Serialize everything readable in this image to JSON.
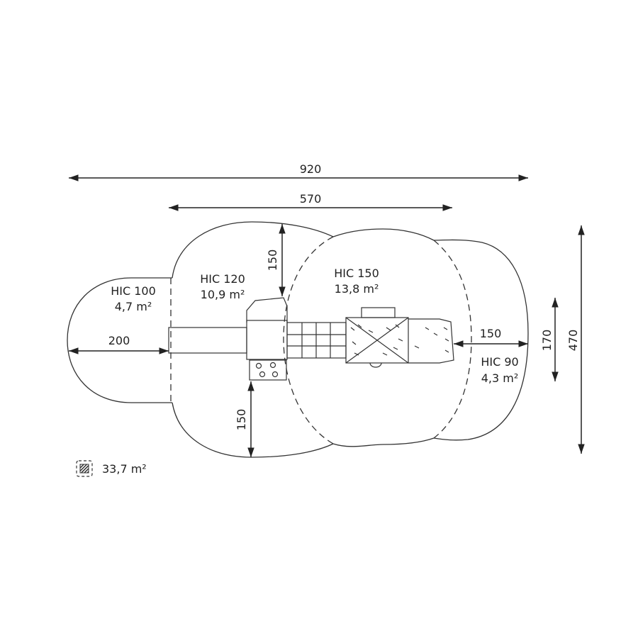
{
  "dimensions": {
    "total_width": "920",
    "equipment_width": "570",
    "total_depth": "470",
    "hic90_depth": "170",
    "top_clearance": "150",
    "bottom_clearance": "150",
    "left_clearance": "200",
    "right_clearance": "150"
  },
  "zones": [
    {
      "hic": "HIC 100",
      "area": "4,7 m²"
    },
    {
      "hic": "HIC 120",
      "area": "10,9 m²"
    },
    {
      "hic": "HIC 150",
      "area": "13,8 m²"
    },
    {
      "hic": "HIC 90",
      "area": "4,3 m²"
    }
  ],
  "legend": {
    "icon": "hatched-square-icon",
    "total_area": "33,7 m²"
  }
}
